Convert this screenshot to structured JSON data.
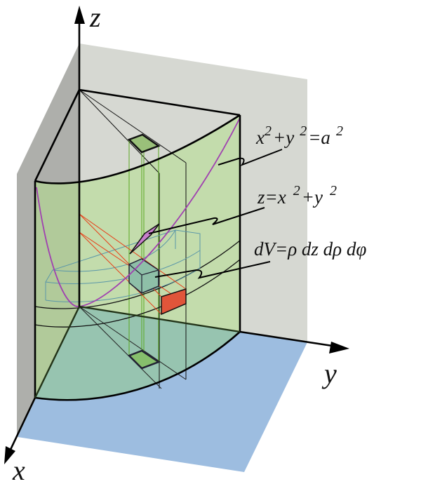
{
  "axes": {
    "x": "x",
    "y": "y",
    "z": "z"
  },
  "labels": {
    "cylinder": {
      "a": "x",
      "b": "2",
      "c": "+y",
      "d": "2",
      "e": "=a",
      "f": "2"
    },
    "paraboloid": {
      "a": "z=x",
      "b": "2",
      "c": "+y",
      "d": "2"
    },
    "volume": "dV=ρ dz dρ dφ"
  },
  "colors": {
    "back_wall": "#d6d8d2",
    "side_wall": "#aeafab",
    "floor": "#9dbde0",
    "cylinder_surface": "#b4e08c",
    "bottom_face": "#97c4b0",
    "area_element": "#e0553a",
    "paraboloid": "#a040b0",
    "paraboloid_patch": "#c77fcc",
    "volume_element": "#8ebfa8"
  }
}
